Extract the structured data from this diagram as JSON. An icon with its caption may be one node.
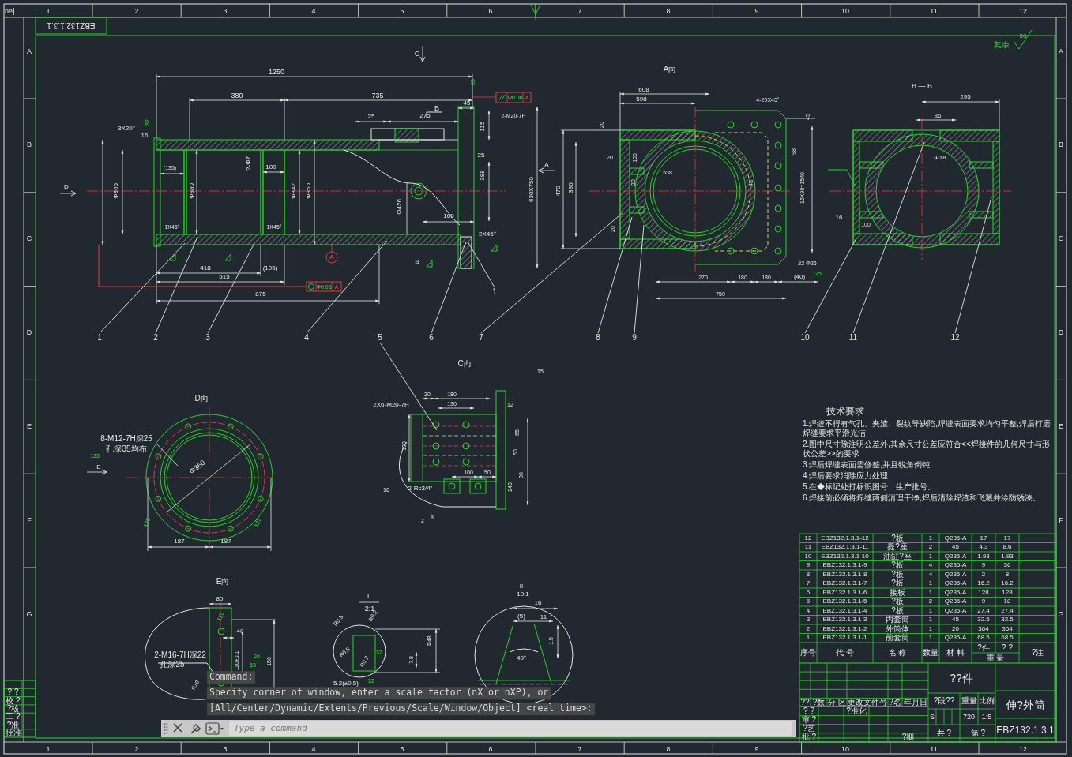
{
  "diagram": {
    "nodes": [
      {
        "text": [
          "1"
        ]
      },
      {
        "text": [
          "2"
        ]
      },
      {
        "text": [
          "3"
        ]
      },
      {
        "text": [
          "4"
        ]
      },
      {
        "text": [
          "5"
        ]
      },
      {
        "text": [
          "6"
        ]
      },
      {
        "text": [
          "1"
        ]
      },
      {
        "text": [
          "7"
        ]
      },
      {
        "text": [
          "8"
        ]
      },
      {
        "text": [
          "9"
        ]
      },
      {
        "text": [
          "10"
        ]
      },
      {
        "text": [
          "11"
        ]
      },
      {
        "text": [
          "12"
        ]
      }
    ],
    "edges": [
      {
        "from": 0,
        "to": null,
        "arrow": "none"
      },
      {
        "from": 1,
        "to": null,
        "arrow": "none"
      },
      {
        "from": 2,
        "to": null,
        "arrow": "none"
      },
      {
        "from": 3,
        "to": null,
        "arrow": "none"
      },
      {
        "from": 4,
        "to": null,
        "arrow": "none"
      },
      {
        "from": 5,
        "to": null,
        "arrow": "none"
      },
      {
        "from": 6,
        "to": null,
        "arrow": "none"
      },
      {
        "from": 7,
        "to": null,
        "arrow": "none"
      },
      {
        "from": 8,
        "to": null,
        "arrow": "none"
      },
      {
        "from": 9,
        "to": null,
        "arrow": "none"
      },
      {
        "from": 10,
        "to": null,
        "arrow": "none"
      },
      {
        "from": 11,
        "to": null,
        "arrow": "none"
      },
      {
        "from": 12,
        "to": null,
        "arrow": "none"
      }
    ],
    "labels": [
      "ne]",
      "1",
      "2",
      "3",
      "4",
      "5",
      "6",
      "7",
      "8",
      "9",
      "10",
      "11",
      "12",
      "A",
      "B",
      "C",
      "D",
      "E",
      "F",
      "G",
      "A",
      "B",
      "C",
      "D",
      "E",
      "F",
      "G",
      "1",
      "2",
      "3",
      "4",
      "5",
      "6",
      "7",
      "8",
      "9",
      "10",
      "11",
      "12",
      "EBZ132.1.3.1",
      "50",
      "其余",
      "C",
      "1250",
      "380",
      "735",
      "63",
      "Φ0.06",
      "A",
      "B",
      "45",
      "25",
      "275",
      "2-M20-7H",
      "115",
      "3X20°",
      "16",
      "32",
      "(135)",
      "2-Φ7",
      "100",
      "Φ360",
      "Φ380",
      "Φ342",
      "Φ350",
      "25",
      "388",
      "Φ426",
      "630X750",
      "165",
      "2X45°",
      "1X45°",
      "1X45°",
      "418",
      "515",
      "(105)",
      "875",
      "Φ0.06",
      "A",
      "A",
      "B",
      "D",
      "A",
      "A向",
      "608",
      "598",
      "4-20X45°",
      "20",
      "45",
      "98",
      "20",
      "100",
      "470",
      "390",
      "538",
      "20",
      "45",
      "16X90=1540",
      "20",
      "22-Φ26",
      "270",
      "180",
      "180",
      "(40)",
      "125",
      "750",
      "B — B",
      "295",
      "86",
      "Φ18",
      "16",
      "100",
      "D向",
      "8-M12-7H深25",
      "孔深35均布",
      "125",
      "E",
      "Φ360",
      "125",
      "125",
      "187",
      "187",
      "C向",
      "15",
      "20",
      "180",
      "2X6-M20-7H",
      "130",
      "12",
      "190",
      "65",
      "50",
      "100",
      "50",
      "30",
      "240",
      "16",
      "2-Rc3/4\"",
      "2",
      "8",
      "E向",
      "80",
      "125",
      "40",
      "2-M16-7H深22",
      "孔深25",
      "110±0.1",
      "63",
      "150",
      "63",
      "R10",
      "I",
      "2:1",
      "R0.5",
      "R0.2",
      "R0.5",
      "R0.2",
      "32",
      "Φ48",
      "7.8",
      "32",
      "5.2(±0.5)",
      "II",
      "10:1",
      "16",
      "(5)",
      "11",
      "1.5",
      "40°",
      "技术要求",
      "1.焊缝不得有气孔、夹渣、裂纹等缺陷,焊缝表面要求均匀平整,焊后打磨焊缝要求平滑光洁",
      "2.图中尺寸除注明公差外,其余尺寸公差应符合<<焊接件的几何尺寸与形状公差>>的要求",
      "3.焊后焊缝表面需修整,并且锐角倒钝",
      "4.焊后要求消除应力处理",
      "5.在◆标记处打标识图号、生产批号。",
      "6.焊接前必须将焊缝两侧清理干净,焊后清除焊渣和飞溅并涂防锈漆。",
      "12",
      "EBZ132.1.3.1-12",
      "?板",
      "1",
      "Q235-A",
      "17",
      "17",
      "11",
      "EBZ132.1.3.1-11",
      "提?座",
      "2",
      "45",
      "4.3",
      "8.6",
      "10",
      "EBZ132.1.3.1-10",
      "油缸?座",
      "1",
      "Q235-A",
      "1.93",
      "1.93",
      "9",
      "EBZ132.1.3.1-9",
      "?板",
      "4",
      "Q235-A",
      "9",
      "36",
      "8",
      "EBZ132.1.3.1-8",
      "?板",
      "4",
      "Q235-A",
      "2",
      "8",
      "7",
      "EBZ132.1.3.1-7",
      "?板",
      "1",
      "Q235-A",
      "16.2",
      "16.2",
      "6",
      "EBZ132.1.3.1-6",
      "接板",
      "1",
      "Q235-A",
      "128",
      "128",
      "5",
      "EBZ132.1.3.1-5",
      "?板",
      "2",
      "Q235-A",
      "9",
      "18",
      "4",
      "EBZ132.1.3.1-4",
      "?板",
      "1",
      "Q235-A",
      "27.4",
      "27.4",
      "3",
      "EBZ132.1.3.1-3",
      "内套筒",
      "1",
      "45",
      "32.5",
      "32.5",
      "2",
      "EBZ132.1.3.1-2",
      "外筒体",
      "1",
      "20",
      "364",
      "364",
      "1",
      "EBZ132.1.3.1-1",
      "前套筒",
      "1",
      "Q235-A",
      "68.5",
      "68.5",
      "序号",
      "代 号",
      "名 称",
      "数量",
      "材 料",
      "?件",
      "? ?",
      "?注",
      "重 量",
      "??",
      "?数",
      "分 区",
      "更改文件号",
      "?名",
      "年月日",
      "? ?",
      "?准化",
      "审 ?",
      "?艺",
      "批 ?",
      "?期",
      "??件",
      "?段??",
      "重量",
      "比例",
      "S",
      "720",
      "1:5",
      "共 ?",
      "第 ?",
      "伸?外筒",
      "EBZ132.1.3.1",
      "? ?",
      "校 ?",
      "?核",
      "工 ?",
      "?准",
      "批准",
      "Command:",
      "Specify corner of window, enter a scale factor (nX or nXP), or",
      "[All/Center/Dynamic/Extents/Previous/Scale/Window/Object] <real time>:",
      "Type a command"
    ]
  }
}
